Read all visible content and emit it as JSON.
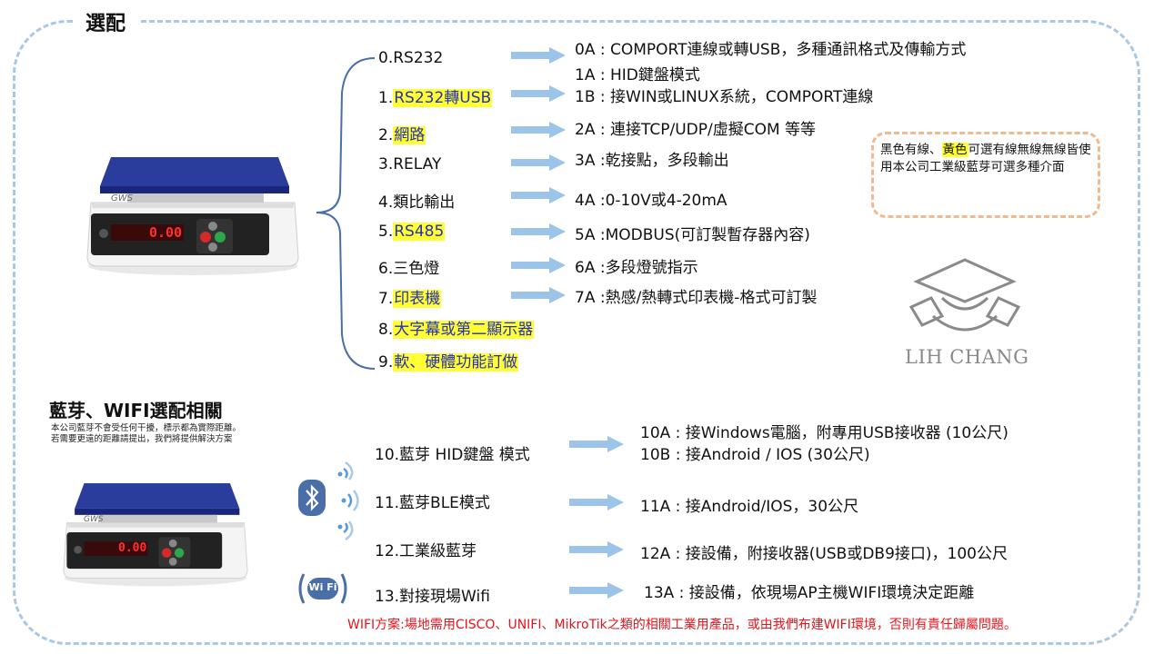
{
  "title": "選配",
  "options": [
    {
      "prefix": "0.",
      "label": "RS232",
      "highlight": false
    },
    {
      "prefix": "1.",
      "label": "RS232轉USB",
      "highlight": true
    },
    {
      "prefix": "2.",
      "label": "網路",
      "highlight": true
    },
    {
      "prefix": "3.",
      "label": "RELAY",
      "highlight": false
    },
    {
      "prefix": "4.",
      "label": "類比輸出",
      "highlight": false
    },
    {
      "prefix": "5.",
      "label": "RS485",
      "highlight": true
    },
    {
      "prefix": "6.",
      "label": "三色燈",
      "highlight": false
    },
    {
      "prefix": "7.",
      "label": "印表機",
      "highlight": true
    },
    {
      "prefix": "8.",
      "label": "大字幕或第二顯示器",
      "highlight": true
    },
    {
      "prefix": "9.",
      "label": "軟、硬體功能訂做",
      "highlight": true
    }
  ],
  "descriptions": [
    "0A : COMPORT連線或轉USB，多種通訊格式及傳輸方式",
    "1A : HID鍵盤模式",
    "1B : 接WIN或LINUX系統，COMPORT連線",
    "2A : 連接TCP/UDP/虛擬COM 等等",
    "3A :乾接點，多段輸出",
    "4A :0-10V或4-20mA",
    "5A :MODBUS(可訂製暫存器內容)",
    "6A :多段燈號指示",
    "7A :熱感/熱轉式印表機-格式可訂製"
  ],
  "note": {
    "part1": "黑色有線、",
    "highlight": "黃色",
    "part2": "可選有線無線無線皆使用本公司工業級藍芽可選多種介面"
  },
  "logo": {
    "text": "LIH CHANG"
  },
  "scale_brand": "GWS",
  "scale_display": "0.00",
  "bluetooth": {
    "title": "藍芽、WIFI選配相關",
    "note_line1": "本公司藍芽不會受任何干擾，標示都為實際距離。",
    "note_line2": "若需要更遠的距離請提出，我們將提供解決方案",
    "wifi_icon_label": "Wi Fi",
    "items": [
      {
        "label": "10.藍芽 HID鍵盤 模式"
      },
      {
        "label": "11.藍芽BLE模式"
      },
      {
        "label": "12.工業級藍芽"
      },
      {
        "label": "13.對接現場Wifi"
      }
    ],
    "descriptions": [
      "10A : 接Windows電腦，附專用USB接收器 (10公尺)",
      "10B : 接Android / IOS (30公尺)",
      "11A : 接Android/IOS，30公尺",
      "12A : 接設備，附接收器(USB或DB9接口)，100公尺",
      "13A : 接設備，依現場AP主機WIFI環境決定距離"
    ]
  },
  "footer": "WIFI方案:場地需用CISCO、UNIFI、MikroTik之類的相關工業用產品，或由我們布建WIFI環境，否則有責任歸屬問題。",
  "colors": {
    "frame": "#a9c8e6",
    "arrow": "#9cc3e8",
    "highlight_bg": "#ffff33",
    "highlight_text": "#2630b8",
    "note_border": "#f2b890",
    "footer_text": "#e8141c",
    "bluetooth_icon": "#4a6fa8"
  }
}
